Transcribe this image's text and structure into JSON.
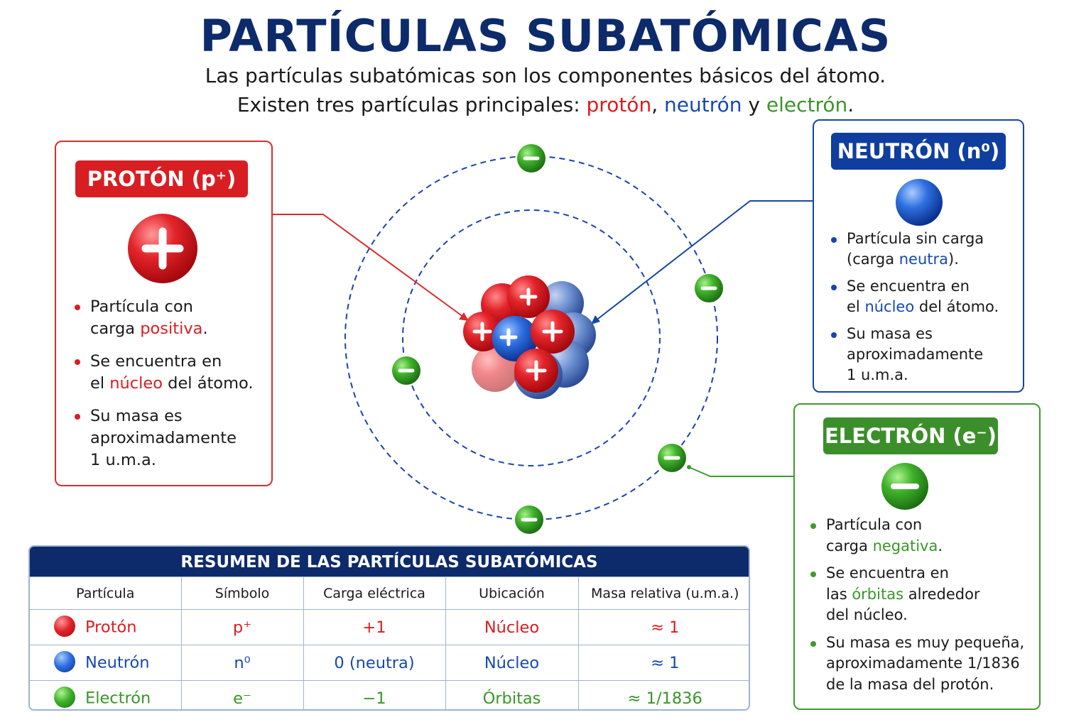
{
  "title": "PARTÍCULAS SUBATÓMICAS",
  "intro": {
    "line1": "Las partículas subatómicas son los componentes básicos del átomo.",
    "line2_pre": "Existen tres partículas principales: ",
    "proton_word": "protón",
    "sep": ", ",
    "neutron_word": "neutrón",
    "and": " y ",
    "electron_word": "electrón",
    "end": "."
  },
  "colors": {
    "proton": "#d81e22",
    "neutron": "#1649b0",
    "electron": "#3a962a",
    "navy": "#0d2a6b"
  },
  "icons": {
    "proton": "plus-icon",
    "electron": "minus-icon",
    "neutron": "sphere-icon"
  },
  "proton_card": {
    "badge": "PROTÓN (p⁺)",
    "b1_a": "Partícula con",
    "b1_b": "carga ",
    "b1_hl": "positiva",
    "b1_c": ".",
    "b2_a": "Se encuentra en",
    "b2_b": "el ",
    "b2_hl": "núcleo",
    "b2_c": " del átomo.",
    "b3_a": "Su masa es",
    "b3_b": "aproximadamente",
    "b3_c": "1 u.m.a."
  },
  "neutron_card": {
    "badge": "NEUTRÓN (n⁰)",
    "b1_a": "Partícula sin carga",
    "b1_b": "(carga ",
    "b1_hl": "neutra",
    "b1_c": ").",
    "b2_a": "Se encuentra en",
    "b2_b": "el ",
    "b2_hl": "núcleo",
    "b2_c": " del átomo.",
    "b3_a": "Su masa es",
    "b3_b": "aproximadamente",
    "b3_c": "1 u.m.a."
  },
  "electron_card": {
    "badge": "ELECTRÓN (e⁻)",
    "b1_a": "Partícula con",
    "b1_b": "carga ",
    "b1_hl": "negativa",
    "b1_c": ".",
    "b2_a": "Se encuentra en",
    "b2_b": "las ",
    "b2_hl": "órbitas",
    "b2_c": " alrededor",
    "b2_d": "del núcleo.",
    "b3_a": "Su masa es muy pequeña,",
    "b3_b": "aproximadamente 1/1836",
    "b3_c": "de la masa del protón."
  },
  "table": {
    "title": "RESUMEN DE LAS PARTÍCULAS SUBATÓMICAS",
    "headers": [
      "Partícula",
      "Símbolo",
      "Carga eléctrica",
      "Ubicación",
      "Masa relativa (u.m.a.)"
    ],
    "rows": [
      [
        "Protón",
        "p⁺",
        "+1",
        "Núcleo",
        "≈ 1"
      ],
      [
        "Neutrón",
        "n⁰",
        "0 (neutra)",
        "Núcleo",
        "≈ 1"
      ],
      [
        "Electrón",
        "e⁻",
        "−1",
        "Órbitas",
        "≈ 1/1836"
      ]
    ]
  }
}
